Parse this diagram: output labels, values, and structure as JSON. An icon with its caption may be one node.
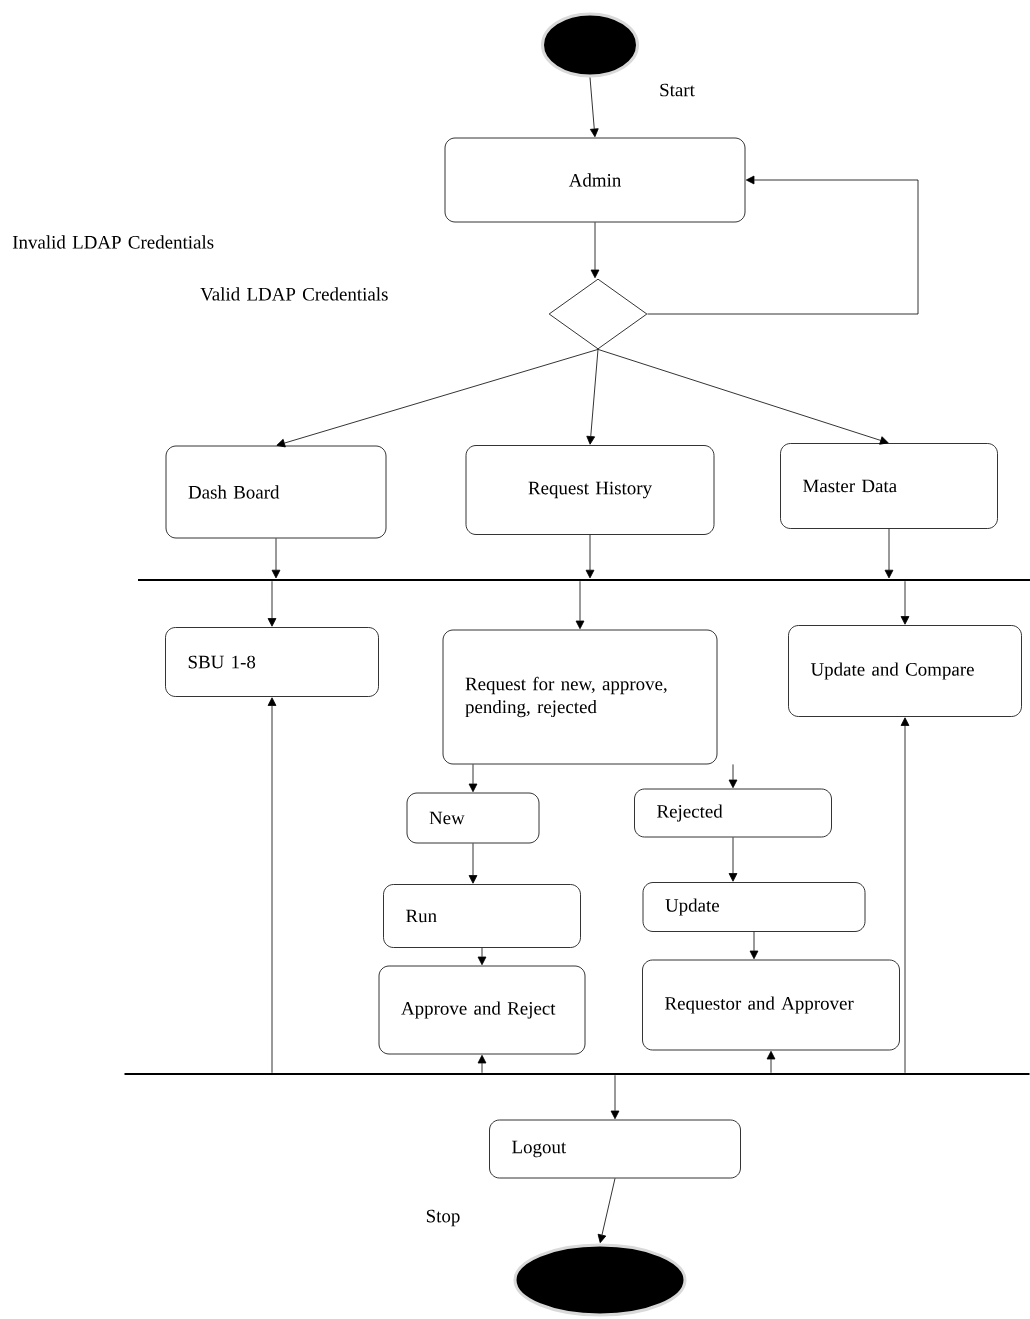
{
  "diagram": {
    "nodes": [
      {
        "text": [],
        "shape": "ellipse",
        "beside": [
          "Start"
        ]
      },
      {
        "text": [
          "Admin"
        ]
      },
      {
        "text": [],
        "shape": "diamond"
      },
      {
        "text": [
          "Dash Board"
        ]
      },
      {
        "text": [
          "Request History"
        ]
      },
      {
        "text": [
          "Master Data"
        ]
      },
      {
        "text": [],
        "shape": "bar"
      },
      {
        "text": [
          "SBU 1-8"
        ]
      },
      {
        "text": [
          "Request for new, approve, pending, rejected"
        ]
      },
      {
        "text": [
          "Update and Compare"
        ]
      },
      {
        "text": [
          "New"
        ]
      },
      {
        "text": [
          "Rejected"
        ]
      },
      {
        "text": [
          "Run"
        ]
      },
      {
        "text": [
          "Update"
        ]
      },
      {
        "text": [
          "Approve and Reject"
        ]
      },
      {
        "text": [
          "Requestor and Approver"
        ]
      },
      {
        "text": [],
        "shape": "bar"
      },
      {
        "text": [
          "Logout"
        ]
      },
      {
        "text": [],
        "shape": "ellipse",
        "beside": [
          "Stop"
        ]
      }
    ],
    "edges": [
      {
        "from": 0,
        "to": 1,
        "arrow": "to"
      },
      {
        "from": 1,
        "to": 2,
        "arrow": "to"
      },
      {
        "from": 2,
        "to": 1,
        "arrow": "to"
      },
      {
        "from": 2,
        "to": 3,
        "arrow": "to"
      },
      {
        "from": 2,
        "to": 4,
        "arrow": "to"
      },
      {
        "from": 2,
        "to": 5,
        "arrow": "to"
      },
      {
        "from": 3,
        "to": 6,
        "arrow": "to"
      },
      {
        "from": 4,
        "to": 6,
        "arrow": "to"
      },
      {
        "from": 5,
        "to": 6,
        "arrow": "to"
      },
      {
        "from": 6,
        "to": 7,
        "arrow": "to"
      },
      {
        "from": 6,
        "to": 8,
        "arrow": "to"
      },
      {
        "from": 6,
        "to": 9,
        "arrow": "to"
      },
      {
        "from": 8,
        "to": 10,
        "arrow": "to"
      },
      {
        "from": 8,
        "to": 11,
        "arrow": "to"
      },
      {
        "from": 10,
        "to": 12,
        "arrow": "to"
      },
      {
        "from": 12,
        "to": 14,
        "arrow": "to"
      },
      {
        "from": 11,
        "to": 13,
        "arrow": "to"
      },
      {
        "from": 13,
        "to": 15,
        "arrow": "to"
      },
      {
        "from": 16,
        "to": 7,
        "arrow": "to"
      },
      {
        "from": 16,
        "to": 14,
        "arrow": "to"
      },
      {
        "from": 16,
        "to": 15,
        "arrow": "to"
      },
      {
        "from": 16,
        "to": 9,
        "arrow": "to"
      },
      {
        "from": 16,
        "to": 17,
        "arrow": "to"
      },
      {
        "from": 17,
        "to": 18,
        "arrow": "to"
      }
    ],
    "labels": [
      "Invalid LDAP Credentials",
      "Valid LDAP Credentials"
    ]
  }
}
